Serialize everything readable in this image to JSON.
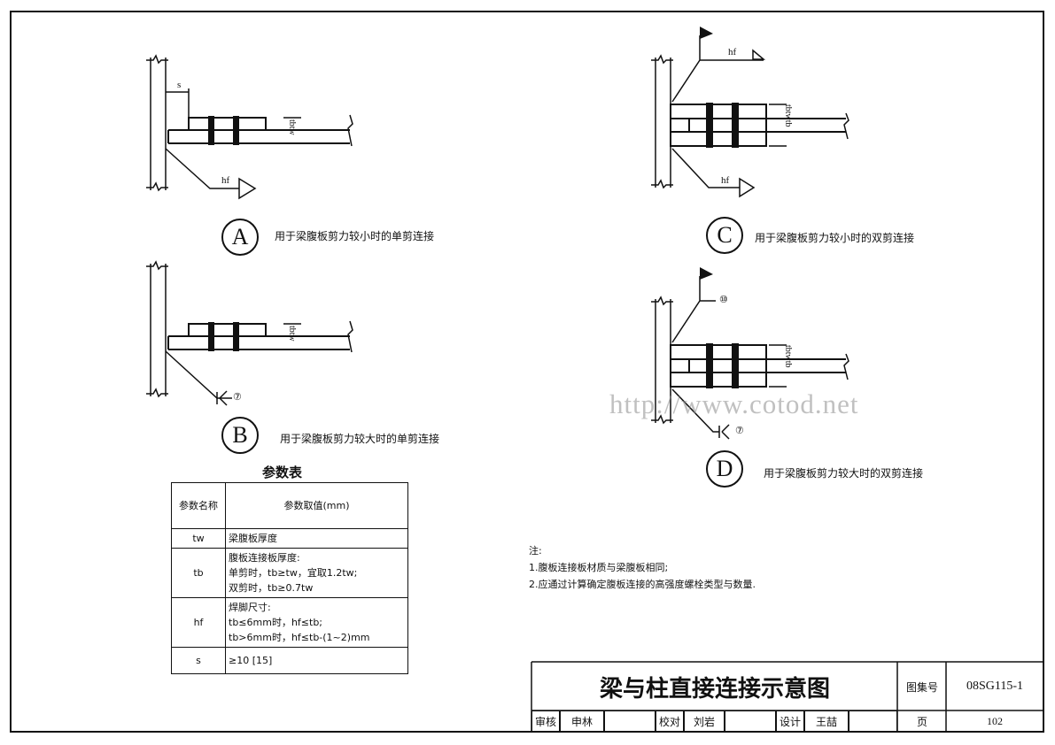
{
  "details": [
    {
      "letter": "A",
      "caption": "用于梁腹板剪力较小时的单剪连接",
      "labels": {
        "s": "s",
        "hf": "hf",
        "dim": "tbtw"
      }
    },
    {
      "letter": "B",
      "caption": "用于梁腹板剪力较大时的单剪连接",
      "labels": {
        "weld_ref": "⑦",
        "dim": "tbtw"
      }
    },
    {
      "letter": "C",
      "caption": "用于梁腹板剪力较小时的双剪连接",
      "labels": {
        "hf_top": "hf",
        "hf_bottom": "hf",
        "dim": "tbtwtb"
      }
    },
    {
      "letter": "D",
      "caption": "用于梁腹板剪力较大时的双剪连接",
      "labels": {
        "weld_ref_top": "⑩",
        "weld_ref_bottom": "⑦",
        "dim": "tbtwtb"
      }
    }
  ],
  "table": {
    "title": "参数表",
    "headers": [
      "参数名称",
      "参数取值(mm)"
    ],
    "rows": [
      {
        "name": "tw",
        "lines": [
          "梁腹板厚度"
        ]
      },
      {
        "name": "tb",
        "lines": [
          "腹板连接板厚度:",
          "单剪时，tb≥tw，宜取1.2tw;",
          "双剪时，tb≥0.7tw"
        ]
      },
      {
        "name": "hf",
        "lines": [
          "焊脚尺寸:",
          "tb≤6mm时，hf≤tb;",
          "tb>6mm时，hf≤tb-(1~2)mm"
        ]
      },
      {
        "name": "s",
        "lines": [
          "≥10 [15]"
        ]
      }
    ]
  },
  "notes": {
    "heading": "注:",
    "items": [
      "1.腹板连接板材质与梁腹板相同;",
      "2.应通过计算确定腹板连接的高强度螺栓类型与数量."
    ]
  },
  "title_block": {
    "title": "梁与柱直接连接示意图",
    "atlas_label": "图集号",
    "atlas_no": "08SG115-1",
    "review_label": "审核",
    "reviewer": "申林",
    "check_label": "校对",
    "checker": "刘岩",
    "design_label": "设计",
    "designer": "王喆",
    "page_label": "页",
    "page_no": "102"
  },
  "watermark": "http://www.cotod.net"
}
